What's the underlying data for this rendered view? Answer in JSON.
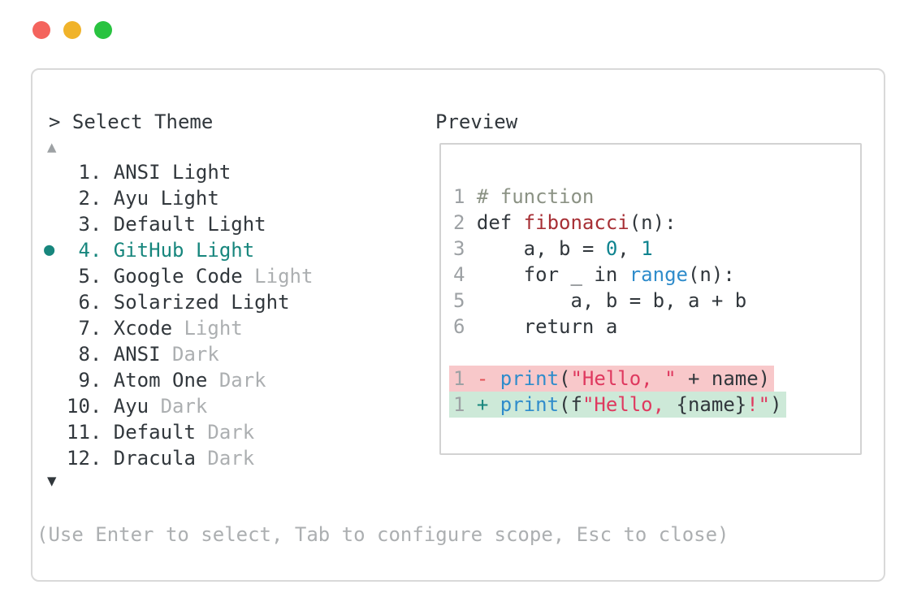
{
  "palette": {
    "text": "#31373c",
    "dim": "#acafb1",
    "line_number": "#9da1a4",
    "accent_teal": "#17867d",
    "comment": "#8b9284",
    "function_red": "#a72f35",
    "number_teal": "#0e838f",
    "call_blue": "#2f8ccb",
    "string_crimson": "#df395f",
    "diff_minus_red": "#e25055",
    "diff_removed_bg": "#f8c8ca",
    "diff_added_bg": "#cde9d8",
    "border": "#d9d9d9",
    "preview_border": "#d2d2d2",
    "traffic_red": "#f4645d",
    "traffic_yellow": "#f0b32a",
    "traffic_green": "#29c340"
  },
  "window": {
    "controls": [
      {
        "name": "close",
        "color": "#f4645d"
      },
      {
        "name": "minimize",
        "color": "#f0b32a"
      },
      {
        "name": "maximize",
        "color": "#29c340"
      }
    ]
  },
  "theme_selector": {
    "prompt": "> Select Theme",
    "scroll_up": "▲",
    "scroll_down": "▼",
    "bullet": "●",
    "selected_number": "4.",
    "items": [
      {
        "number": "1.",
        "name": "ANSI",
        "variant": "Light",
        "variant_dimmed": false,
        "selected": false
      },
      {
        "number": "2.",
        "name": "Ayu",
        "variant": "Light",
        "variant_dimmed": false,
        "selected": false
      },
      {
        "number": "3.",
        "name": "Default",
        "variant": "Light",
        "variant_dimmed": false,
        "selected": false
      },
      {
        "number": "4.",
        "name": "GitHub",
        "variant": "Light",
        "variant_dimmed": false,
        "selected": true
      },
      {
        "number": "5.",
        "name": "Google Code",
        "variant": "Light",
        "variant_dimmed": true,
        "selected": false
      },
      {
        "number": "6.",
        "name": "Solarized",
        "variant": "Light",
        "variant_dimmed": false,
        "selected": false
      },
      {
        "number": "7.",
        "name": "Xcode",
        "variant": "Light",
        "variant_dimmed": true,
        "selected": false
      },
      {
        "number": "8.",
        "name": "ANSI",
        "variant": "Dark",
        "variant_dimmed": true,
        "selected": false
      },
      {
        "number": "9.",
        "name": "Atom One",
        "variant": "Dark",
        "variant_dimmed": true,
        "selected": false
      },
      {
        "number": "10.",
        "name": "Ayu",
        "variant": "Dark",
        "variant_dimmed": true,
        "selected": false
      },
      {
        "number": "11.",
        "name": "Default",
        "variant": "Dark",
        "variant_dimmed": true,
        "selected": false
      },
      {
        "number": "12.",
        "name": "Dracula",
        "variant": "Dark",
        "variant_dimmed": true,
        "selected": false
      }
    ]
  },
  "preview": {
    "label": "Preview",
    "code_lines": [
      {
        "num": "1",
        "diff": null,
        "tokens": [
          {
            "t": "# function",
            "c": "comment"
          }
        ]
      },
      {
        "num": "2",
        "diff": null,
        "tokens": [
          {
            "t": "def ",
            "c": "text"
          },
          {
            "t": "fibonacci",
            "c": "func"
          },
          {
            "t": "(n):",
            "c": "text"
          }
        ]
      },
      {
        "num": "3",
        "diff": null,
        "tokens": [
          {
            "t": "    a, b = ",
            "c": "text"
          },
          {
            "t": "0",
            "c": "num"
          },
          {
            "t": ", ",
            "c": "text"
          },
          {
            "t": "1",
            "c": "num"
          }
        ]
      },
      {
        "num": "4",
        "diff": null,
        "tokens": [
          {
            "t": "    for _ in ",
            "c": "text"
          },
          {
            "t": "range",
            "c": "call"
          },
          {
            "t": "(n):",
            "c": "text"
          }
        ]
      },
      {
        "num": "5",
        "diff": null,
        "tokens": [
          {
            "t": "        a, b = b, a + b",
            "c": "text"
          }
        ]
      },
      {
        "num": "6",
        "diff": null,
        "tokens": [
          {
            "t": "    return a",
            "c": "text"
          }
        ]
      },
      {
        "num": "",
        "diff": null,
        "tokens": []
      },
      {
        "num": "1",
        "diff": "removed",
        "tokens": [
          {
            "t": "-",
            "c": "minus"
          },
          {
            "t": " ",
            "c": "text"
          },
          {
            "t": "print",
            "c": "call"
          },
          {
            "t": "(",
            "c": "text"
          },
          {
            "t": "\"Hello, \"",
            "c": "str"
          },
          {
            "t": " + name)",
            "c": "text"
          }
        ]
      },
      {
        "num": "1",
        "diff": "added",
        "tokens": [
          {
            "t": "+",
            "c": "plus"
          },
          {
            "t": " ",
            "c": "text"
          },
          {
            "t": "print",
            "c": "call"
          },
          {
            "t": "(f",
            "c": "text"
          },
          {
            "t": "\"Hello, ",
            "c": "str"
          },
          {
            "t": "{name}",
            "c": "text"
          },
          {
            "t": "!\"",
            "c": "str"
          },
          {
            "t": ")",
            "c": "text"
          }
        ]
      }
    ]
  },
  "footer": {
    "hint": "(Use Enter to select, Tab to configure scope, Esc to close)"
  }
}
